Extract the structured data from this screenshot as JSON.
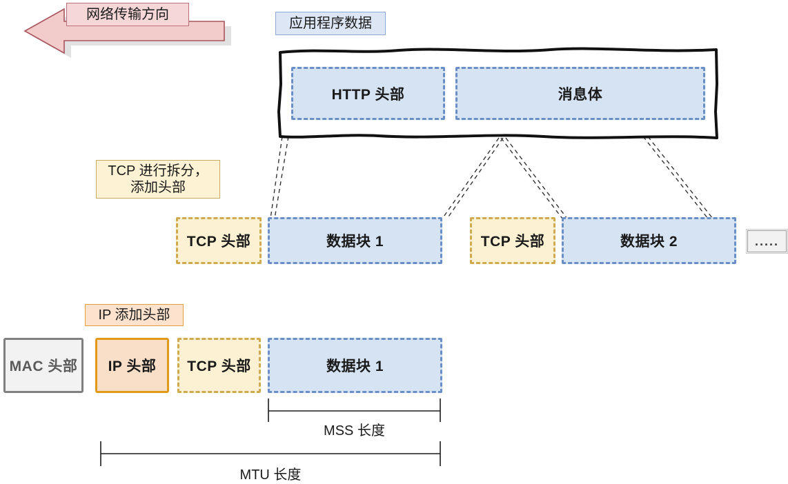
{
  "diagram": {
    "title_flow_arrow": "网络传输方向",
    "labels": {
      "app_data": "应用程序数据",
      "tcp_split": "TCP 进行拆分，\n添加头部",
      "ip_add_header": "IP 添加头部"
    },
    "layer_application": {
      "blocks": [
        {
          "name": "http-header",
          "label": "HTTP 头部"
        },
        {
          "name": "message-body",
          "label": "消息体"
        }
      ]
    },
    "layer_transport": {
      "blocks": [
        {
          "name": "tcp-header-1",
          "label": "TCP 头部"
        },
        {
          "name": "data-chunk-1",
          "label": "数据块 1"
        },
        {
          "name": "tcp-header-2",
          "label": "TCP 头部"
        },
        {
          "name": "data-chunk-2",
          "label": "数据块 2"
        },
        {
          "name": "more-ellipsis",
          "label": "....."
        }
      ]
    },
    "layer_link": {
      "blocks": [
        {
          "name": "mac-header",
          "label": "MAC 头部"
        },
        {
          "name": "ip-header",
          "label": "IP 头部"
        },
        {
          "name": "tcp-header",
          "label": "TCP 头部"
        },
        {
          "name": "data-chunk-1",
          "label": "数据块 1"
        }
      ]
    },
    "measurements": [
      {
        "name": "mss-length",
        "label": "MSS 长度"
      },
      {
        "name": "mtu-length",
        "label": "MTU 长度"
      }
    ],
    "colors": {
      "blue_fill": "#d6e3f3",
      "blue_stroke": "#6a8fc6",
      "yellow_fill": "#fcf2d3",
      "yellow_stroke": "#cfaa4e",
      "orange_fill": "#fadfc8",
      "orange_stroke": "#e09a18",
      "gray_fill": "#f2f2f2",
      "gray_stroke": "#808080",
      "arrow_fill": "#f2cbcb",
      "arrow_stroke": "#a8545c"
    }
  }
}
